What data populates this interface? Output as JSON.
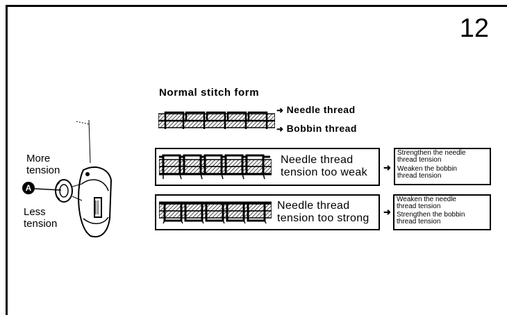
{
  "page": {
    "number": "12"
  },
  "normal": {
    "title": "Normal  stitch  form",
    "needle_label": "Needle  thread",
    "bobbin_label": "Bobbin  thread",
    "arrow_glyph": "➜"
  },
  "weak": {
    "label": "Needle thread\ntension too weak",
    "remedy_1": "Strengthen the needle\nthread tension",
    "remedy_2": "Weaken the bobbin\nthread tension"
  },
  "strong": {
    "label": "Needle thread\ntension too strong",
    "remedy_1": "Weaken  the needle\nthread tension",
    "remedy_2": "Strengthen the bobbin\nthread tension"
  },
  "dial": {
    "more_label": "More\ntension",
    "less_label": "Less\ntension",
    "marker": "A"
  },
  "icons": {
    "arrow": "right-arrow-icon",
    "marker": "circled-letter-a-icon"
  }
}
